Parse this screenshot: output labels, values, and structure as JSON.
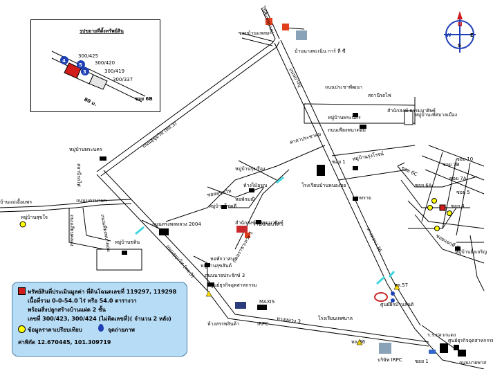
{
  "inset": {
    "title": "รูปขยายที่ตั้งทรัพย์สิน",
    "parcels": [
      "300/425",
      "300/420",
      "300/419",
      "300/337"
    ],
    "markers": [
      "4",
      "5",
      "3"
    ],
    "soi": "ซอย 6B",
    "distance": "80 ม."
  },
  "labels": {
    "l1": "ไปสี่แยกบางปู",
    "l2": "ซอยบ้านแหลม",
    "l3": "บ้านนางพะเนิน การ์ ที ซี",
    "l4": "ถนนบางปู",
    "l5": "ถนนประชาพัฒนา",
    "l6": "สถานีรถไฟ",
    "l7": "หมู่บ้านพระนคร",
    "l8": "ถนนเพียงพนาดอม",
    "l9": "หมู่บ้านเทศบาลเมือง",
    "l10": "สำนักสงฆ์ ธรรมมาธิษฐ์",
    "l11": "ร้านซักอบรีด",
    "l12": "หอพักวาสนา",
    "l13": "ถนนสุขุมวิท (ทล.3)",
    "l14": "ถนนทรงพลหลวง 2004",
    "l15": "ถนนสุขุมวิท (ทล.3)",
    "l16": "หมู่บ้านชลิน",
    "l17": "หมู่บ้านรุ่งเรือง",
    "l18": "ห้างไม้อรุณ",
    "l19": "หอพักมณี",
    "l20": "หมู่บ้านโชคดี",
    "l21": "ซอยสุขุมวิท",
    "l22": "หมู่บ้านสุขสันต์",
    "l23": "ถนนนายประจักษ์ 3",
    "l24": "ศูนย์ธุรกิจอุตสาหกรรม",
    "l25": "ศาลาประชาคม",
    "l26": "หมู่บ้านรุ่งโรจน์",
    "l27": "ท่าทราย",
    "l28": "ซอย 1",
    "l29": "โรงเรียนบ้านหนองยอ",
    "l30": "ถนนเลียบคลอง",
    "l31": "ทางหลวง 36",
    "l32": "ทล.57",
    "l33": "ศูนย์ฝึกบ้านสันติ",
    "l34": "MAXIS",
    "l35": "IRPC",
    "l36": "บริษัท IRPC",
    "l37": "ทล.36",
    "l38": "ถนนราชาเทวะ 1",
    "l39": "หมู่บ้านสุขใจ",
    "l40": "ถนนนครนายก",
    "l41": "ซอย 10",
    "l42": "ซอย 7B",
    "l43": "ซอย 7A",
    "l44": "ซอย 6A",
    "l45": "ซอย 6C",
    "l46": "ซอย 5",
    "l47": "ซอย 4",
    "l48": "ซอยแยกที่ 1",
    "l49": "หมู่บ้านยิ่งเจริญ",
    "l50": "ถนนบายพาส",
    "l51": "บ้านแม่เอื้อมพร",
    "l52": "ห้างสรรพสินค้า",
    "l53": "โรงเรียนเทศบาล",
    "l54": "ร.ร.ปลวกแดง",
    "l55": "ซอย 1",
    "l56": "ทางหลวง 3"
  },
  "legend": {
    "line1": "ทรัพย์สินที่ประเมินมูลค่า ที่ดินโฉนดเลขที่ 119297, 119298",
    "line2": "เนื้อที่รวม 0-0-54.0 ไร่ หรือ 54.0 ตารางวา",
    "line3": "พร้อมสิ่งปลูกสร้างบ้านแฝด 2 ชั้น",
    "line4": "เลขที่ 300/423, 300/424 (ไม่ติดเลขที่)( จำนวน 2 หลัง)",
    "comparable": "ข้อมูลราคาเปรียบเทียบ",
    "photo": "จุดถ่ายภาพ",
    "coords": "ค่าพิกัด 12.670445, 101.309719",
    "property_color": "#d11c1c",
    "comparable_color": "#ffff00",
    "photo_color": "#1f3fb5"
  },
  "compass": {
    "n": "N",
    "s": "S",
    "e": "E",
    "w": "W",
    "n_color": "#d11c1c",
    "w_color": "#1f3fb5"
  }
}
